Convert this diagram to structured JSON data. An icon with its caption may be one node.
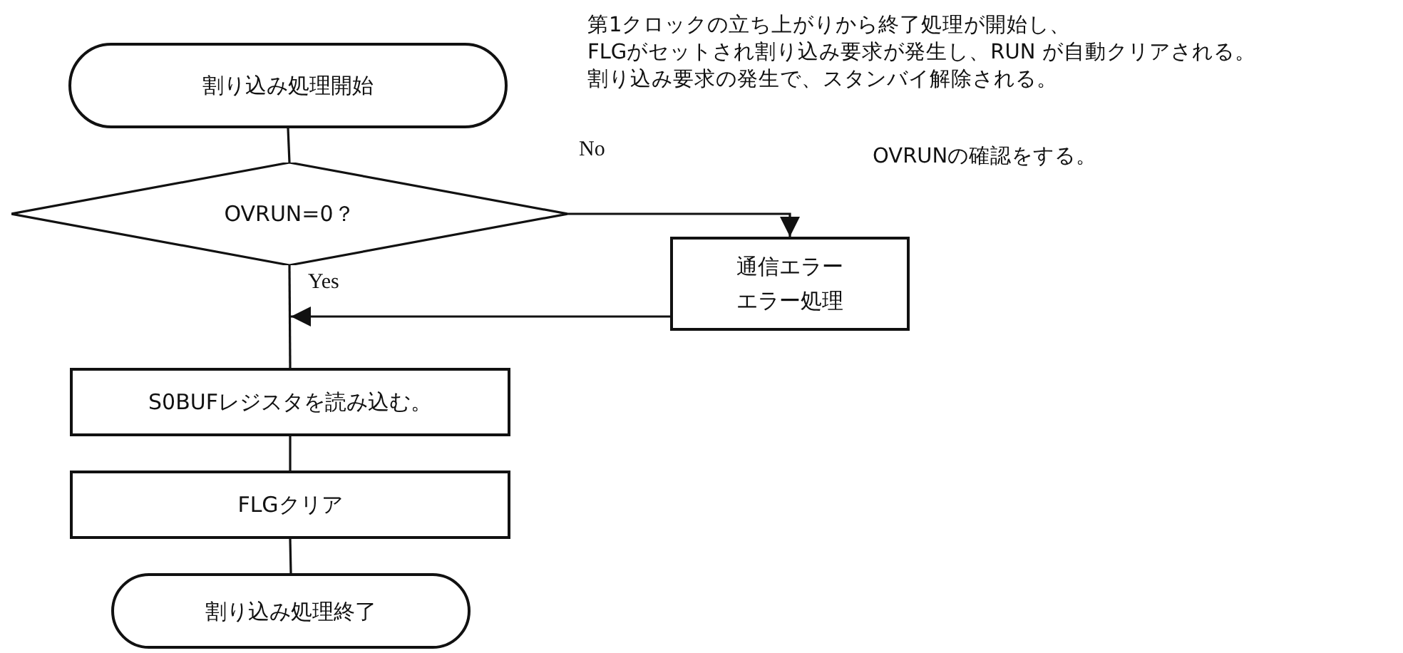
{
  "diagram": {
    "nodes": [
      {
        "text": [
          "割り込み処理開始"
        ]
      },
      {
        "text": [
          "OVRUN=0？"
        ]
      },
      {
        "text": [
          "通信エラー",
          "エラー処理"
        ]
      },
      {
        "text": [
          "S0BUFレジスタを読み込む。"
        ]
      },
      {
        "text": [
          "FLGクリア"
        ]
      },
      {
        "text": [
          "割り込み処理終了"
        ]
      }
    ],
    "edges": [
      {
        "from": 0,
        "to": 1,
        "arrow": "none"
      },
      {
        "from": 1,
        "to": 2,
        "arrow": "to",
        "label": "No"
      },
      {
        "from": 2,
        "to": null,
        "arrow": "to"
      },
      {
        "from": 1,
        "to": 3,
        "arrow": "none",
        "label": "Yes"
      },
      {
        "from": 3,
        "to": 4,
        "arrow": "none"
      },
      {
        "from": 4,
        "to": 5,
        "arrow": "none"
      }
    ],
    "labels": [
      "第1クロックの立ち上がりから終了処理が開始し、",
      "FLGがセットされ割り込み要求が発生し、RUN が自動クリアされる。",
      "割り込み要求の発生で、スタンバイ解除される。",
      "OVRUNの確認をする。"
    ]
  }
}
